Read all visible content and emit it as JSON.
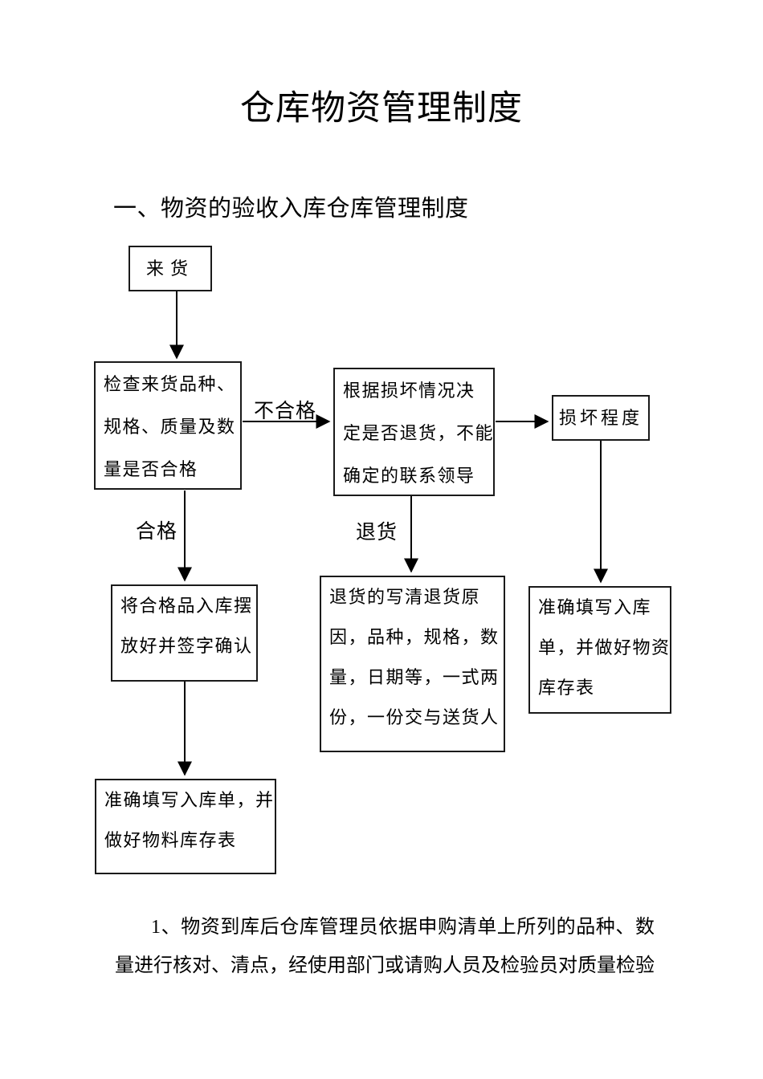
{
  "document": {
    "title": "仓库物资管理制度",
    "heading": "一、物资的验收入库仓库管理制度",
    "paragraph_lines": [
      "1、物资到库后仓库管理员依据申购清单上所列的品种、数",
      "量进行核对、清点，经使用部门或请购人员及检验员对质量检验"
    ]
  },
  "flowchart": {
    "boxes": {
      "arrival": {
        "text": "来货"
      },
      "check": {
        "lines": [
          "检查来货品种、",
          "规格、质量及数",
          "量是否合格"
        ]
      },
      "decide": {
        "lines": [
          "根据损坏情况决",
          "定是否退货，不能",
          "确定的联系领导"
        ]
      },
      "damage": {
        "text": "损坏程度"
      },
      "store": {
        "lines": [
          "将合格品入库摆",
          "放好并签字确认"
        ]
      },
      "return_note": {
        "lines": [
          "退货的写清退货原",
          "因，品种，规格，数",
          "量，日期等，一式两",
          "份，一份交与送货人"
        ]
      },
      "fill_right": {
        "lines": [
          "准确填写入库",
          "单，并做好物资",
          "库存表"
        ]
      },
      "fill_left": {
        "lines": [
          "准确填写入库单，并",
          "做好物料库存表"
        ]
      }
    },
    "edge_labels": {
      "unqualified": "不合格",
      "qualified": "合格",
      "returns": "退货"
    }
  },
  "colors": {
    "ink": "#000000",
    "page_background": "#ffffff",
    "box_border": "#1a1a1a"
  }
}
